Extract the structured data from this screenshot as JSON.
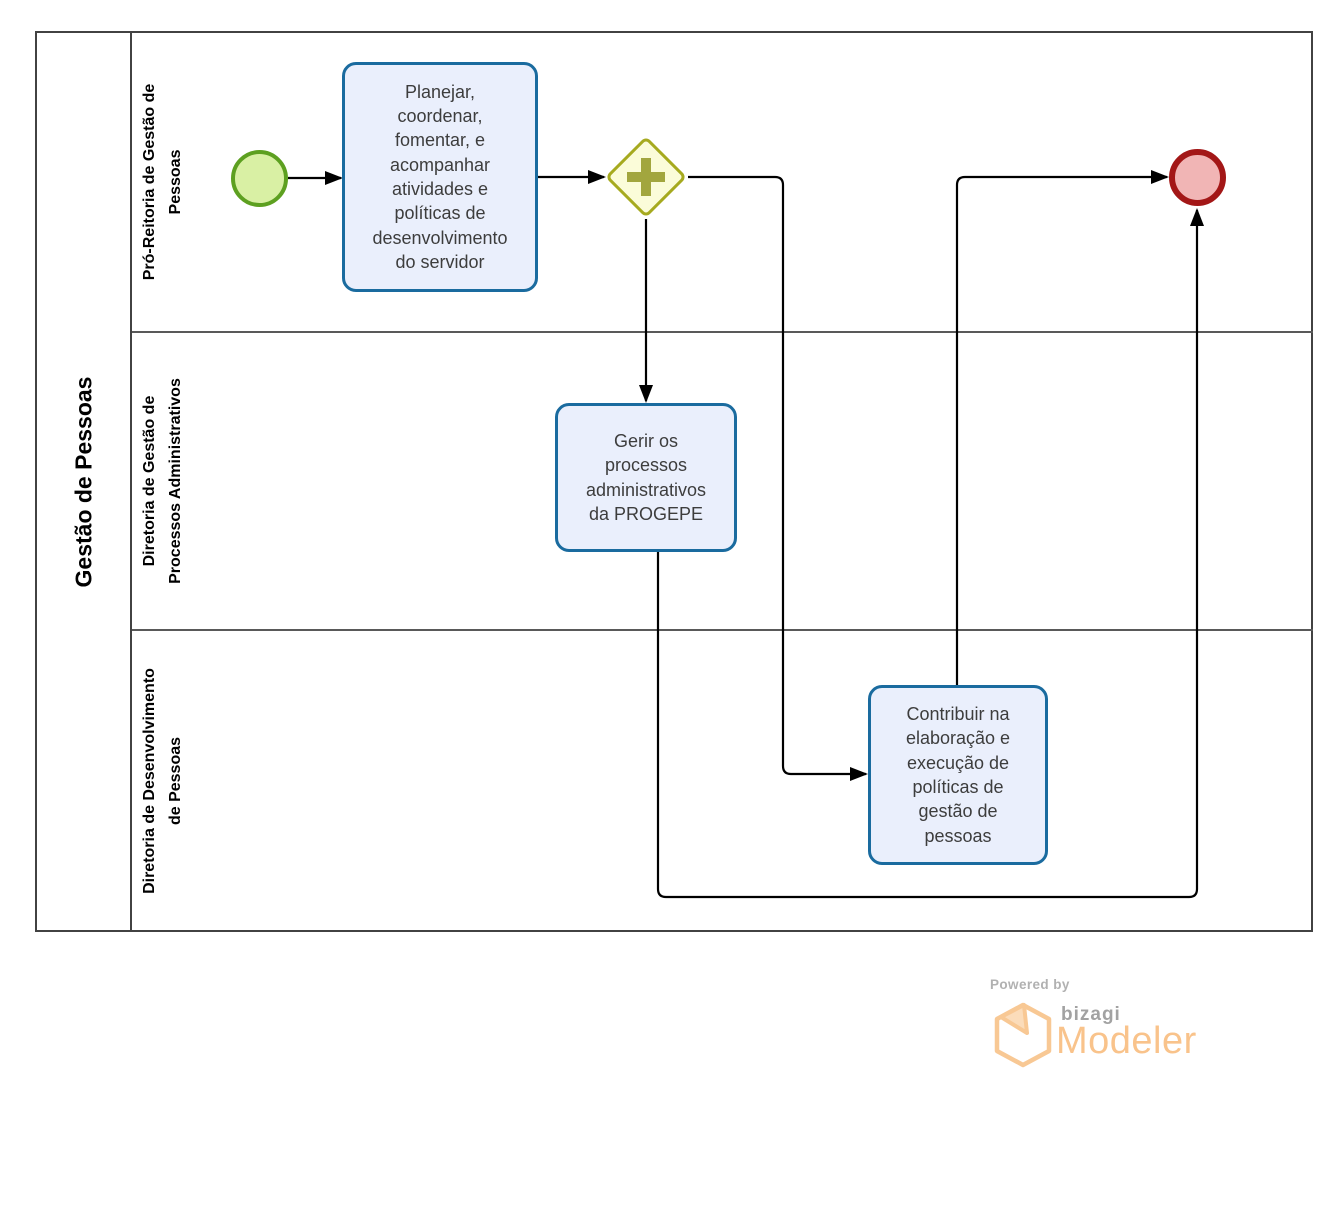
{
  "pool": {
    "title": "Gestão de Pessoas",
    "lanes": [
      {
        "label": "Pró-Reitoria de Gestão de\nPessoas"
      },
      {
        "label": "Diretoria de Gestão de\nProcessos Administrativos"
      },
      {
        "label": "Diretoria de Desenvolvimento\nde Pessoas"
      }
    ]
  },
  "nodes": {
    "start_event": {
      "type": "start-event"
    },
    "task_planejar": {
      "label": "Planejar,\ncoordenar,\nfomentar, e\nacompanhar\natividades e\npolíticas de\ndesenvolvimento\ndo servidor"
    },
    "gateway": {
      "type": "parallel-gateway",
      "icon": "plus-icon"
    },
    "task_gerir": {
      "label": "Gerir os\nprocessos\nadministrativos\nda PROGEPE"
    },
    "task_contribuir": {
      "label": "Contribuir na\nelaboração e\nexecução de\npolíticas de\ngestão de\npessoas"
    },
    "end_event": {
      "type": "end-event"
    }
  },
  "branding": {
    "powered_by": "Powered by",
    "brand": "bizagi",
    "product": "Modeler"
  },
  "colors": {
    "task_fill": "#eaeffc",
    "task_border": "#1a6b9f",
    "start_fill": "#d9f0a4",
    "start_border": "#5da020",
    "end_fill": "#f1b5b5",
    "end_border": "#a31717",
    "gateway_fill": "#fbfcd9",
    "gateway_border": "#a6aa1f",
    "gateway_plus": "#a2a63e",
    "flow": "#000000",
    "brand_orange": "#f9c38b",
    "brand_gray": "#a2a2a2"
  }
}
